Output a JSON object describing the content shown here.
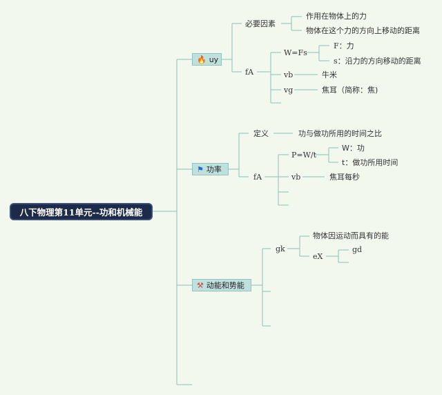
{
  "root": {
    "label": "八下物理第11单元--功和机械能"
  },
  "branches": [
    {
      "label": "uy",
      "icon": "flame-icon",
      "icon_color": "#1e7ed8",
      "children": {
        "c1": {
          "label": "必要因素",
          "items": [
            "作用在物体上的力",
            "物体在这个力的方向上移动的距离"
          ]
        },
        "c2": {
          "label": "fA",
          "formula": {
            "label": "W=Fs",
            "items": [
              "F：力",
              "s：沿力的方向移动的距离"
            ]
          },
          "vb": {
            "label": "vb",
            "value": "牛米"
          },
          "vg": {
            "label": "vg",
            "value": "焦耳（简称：焦)"
          }
        }
      }
    },
    {
      "label": "功率",
      "icon": "flag-icon",
      "icon_color": "#1e6fd0",
      "children": {
        "c1": {
          "label": "定义",
          "value": "功与做功所用的时间之比"
        },
        "c2": {
          "label": "fA",
          "formula": {
            "label": "P=W/t",
            "items": [
              "W：功",
              "t：做功所用时间"
            ]
          },
          "vb": {
            "label": "vb",
            "value": "焦耳每秒"
          }
        }
      }
    },
    {
      "label": "动能和势能",
      "icon": "tools-icon",
      "icon_color": "#d0463a",
      "children": {
        "gk": {
          "label": "gk",
          "items": [
            "物体因运动而具有的能"
          ]
        },
        "ex": {
          "label": "eX",
          "items": [
            "gd"
          ]
        }
      }
    }
  ]
}
